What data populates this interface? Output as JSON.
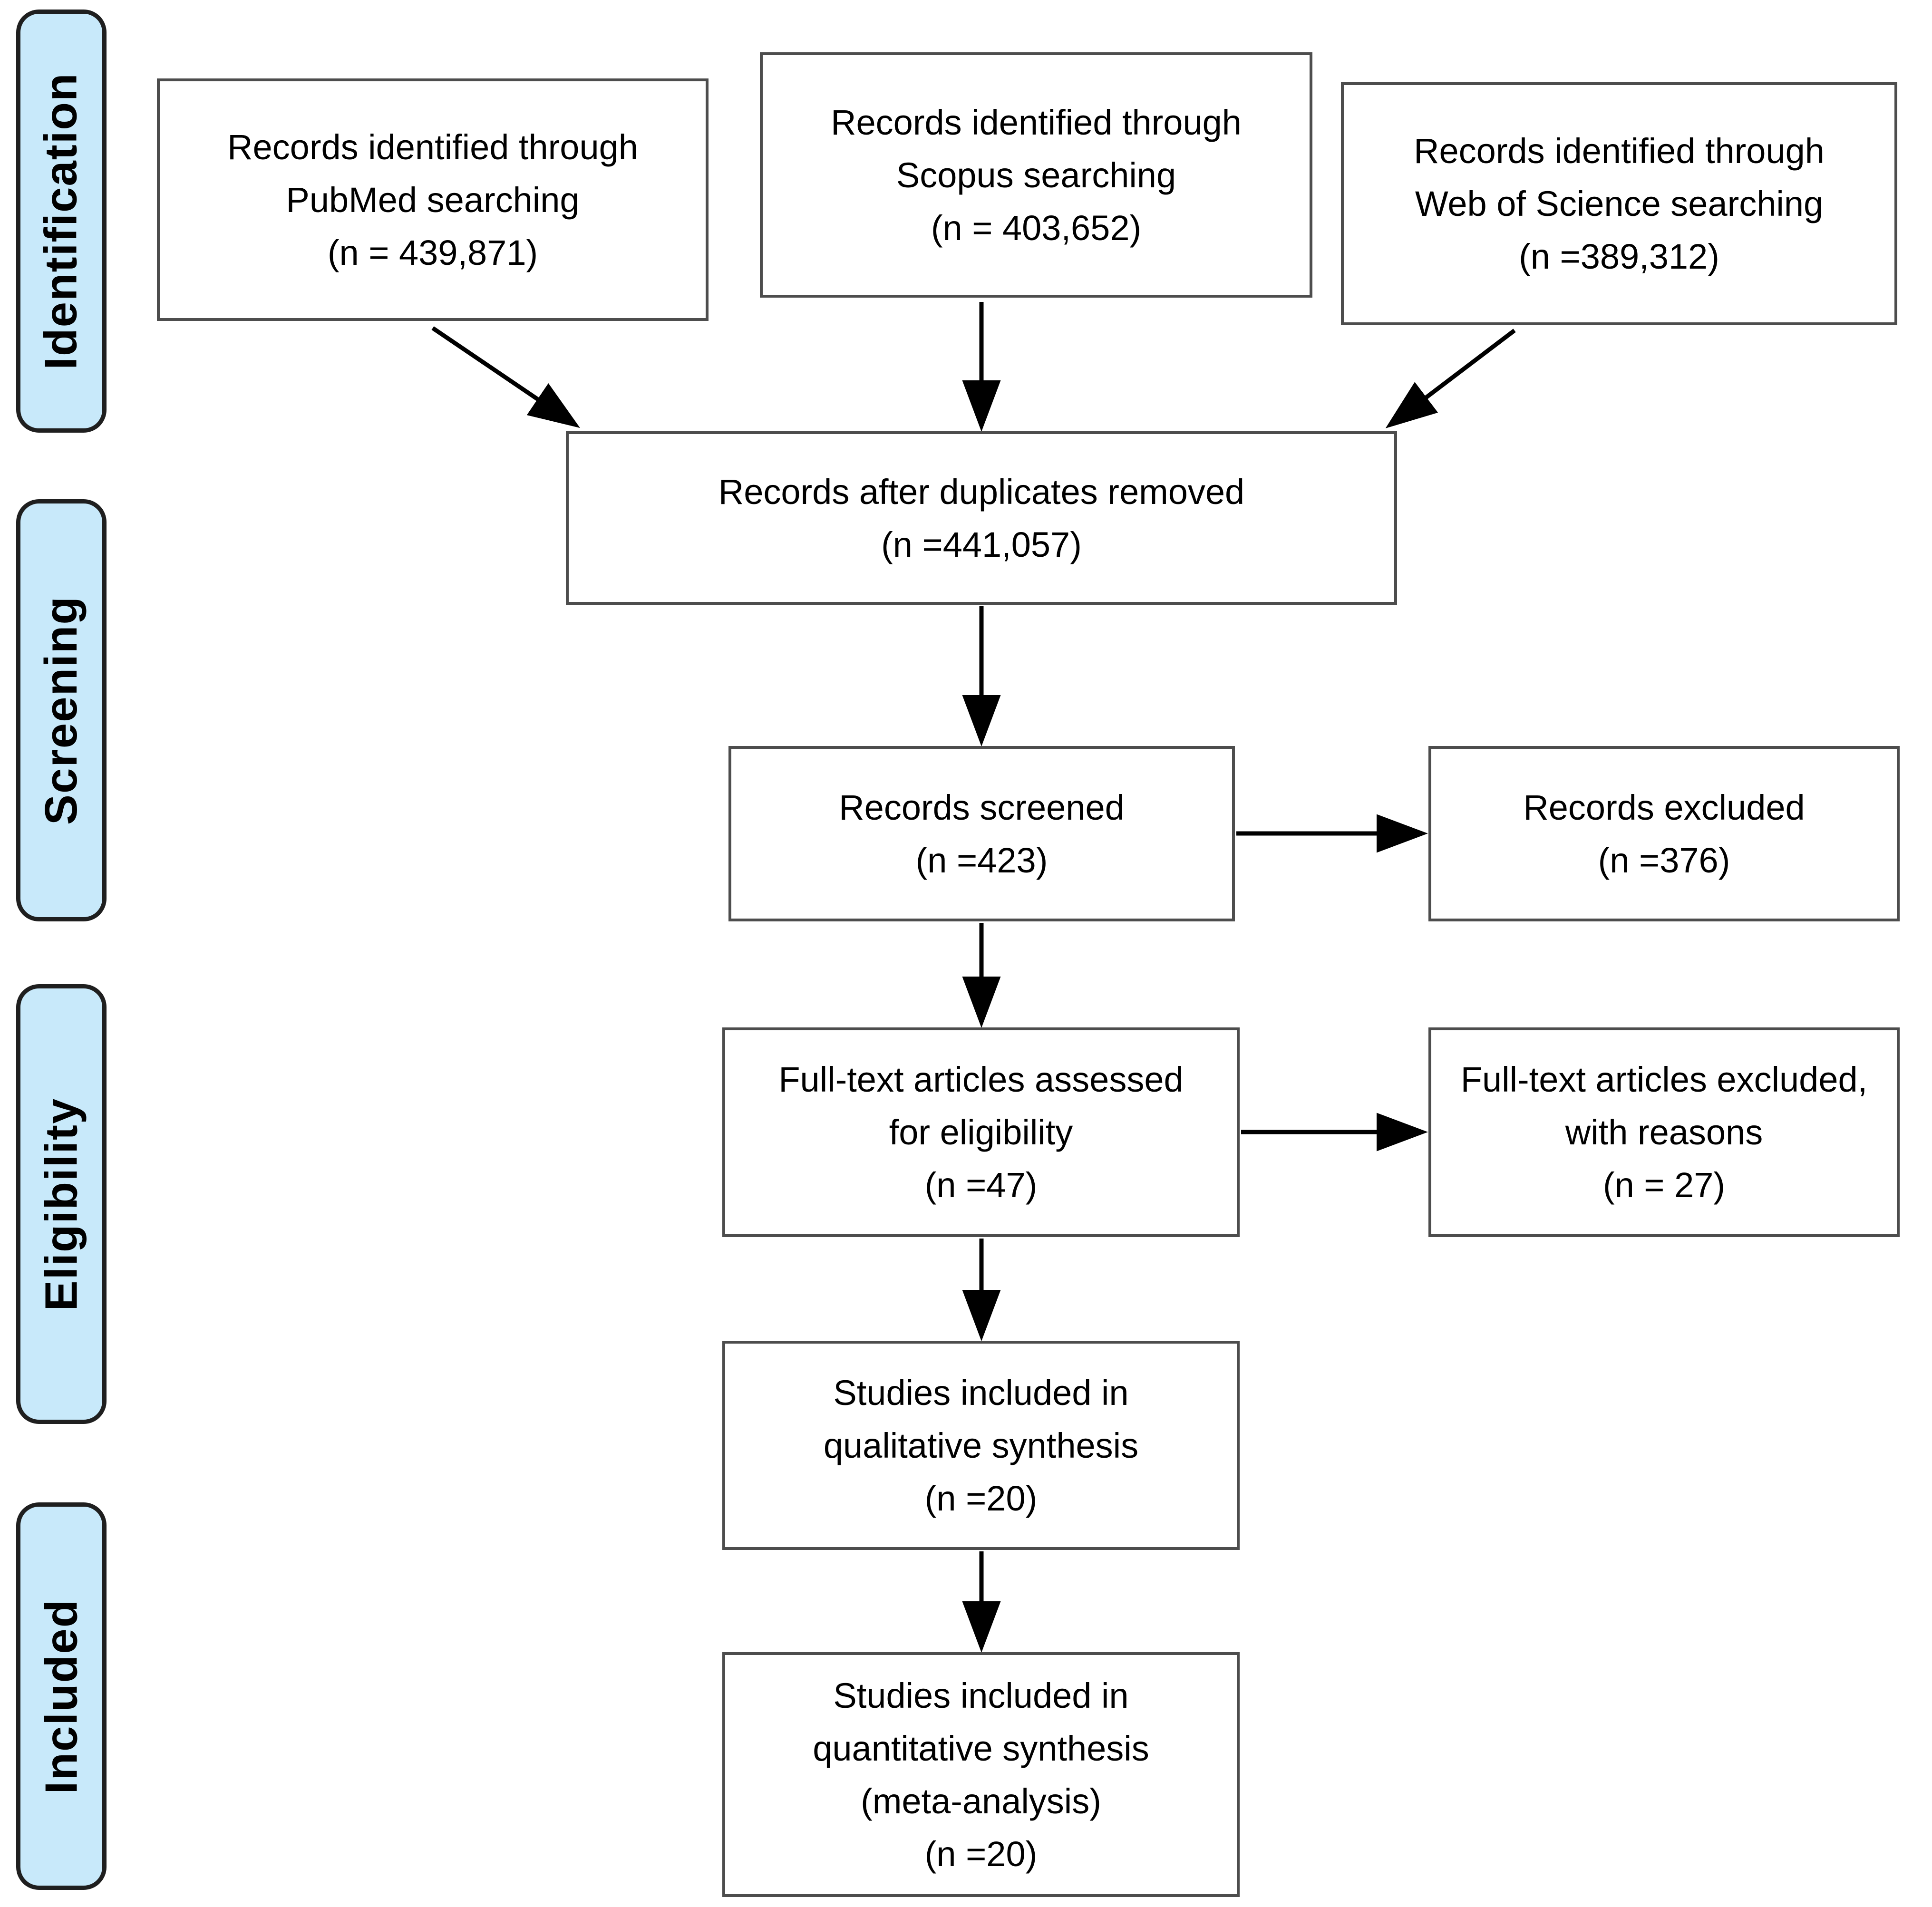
{
  "sidebar": {
    "stages": [
      "Identification",
      "Screening",
      "Eligibility",
      "Included"
    ]
  },
  "boxes": {
    "pubmed": {
      "lines": [
        "Records identified through",
        "PubMed searching",
        "(n = 439,871)"
      ]
    },
    "scopus": {
      "lines": [
        "Records identified through",
        "Scopus searching",
        "(n = 403,652)"
      ]
    },
    "wos": {
      "lines": [
        "Records identified through",
        "Web of Science searching",
        "(n =389,312)"
      ]
    },
    "duplicates": {
      "lines": [
        "Records after duplicates removed",
        "(n =441,057)"
      ]
    },
    "screened": {
      "lines": [
        "Records screened",
        "(n =423)"
      ]
    },
    "excluded": {
      "lines": [
        "Records excluded",
        "(n =376)"
      ]
    },
    "fulltext": {
      "lines": [
        "Full-text articles assessed",
        "for eligibility",
        "(n =47)"
      ]
    },
    "fulltext_excluded": {
      "lines": [
        "Full-text articles excluded,",
        "with reasons",
        "(n = 27)"
      ]
    },
    "qualitative": {
      "lines": [
        "Studies included in",
        "qualitative synthesis",
        "(n =20)"
      ]
    },
    "quantitative": {
      "lines": [
        "Studies included in",
        "quantitative synthesis",
        "(meta-analysis)",
        "(n =20)"
      ]
    }
  },
  "colors": {
    "stage_fill": "#c8e9fa",
    "stage_border": "#1f1f1f",
    "box_border": "#4d4d4d",
    "arrow": "#000000",
    "background": "#ffffff",
    "text": "#000000"
  }
}
